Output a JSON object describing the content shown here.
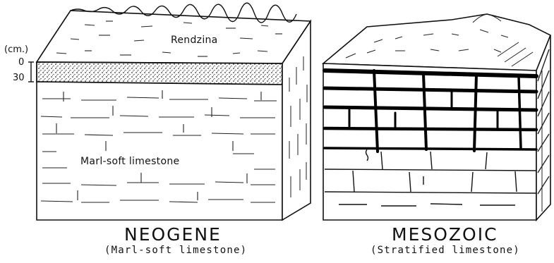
{
  "scale": {
    "unit": "(cm.)",
    "tick_top": "0",
    "tick_bottom": "30"
  },
  "left_block": {
    "soil_label": "Rendzina",
    "rock_label": "Marl-soft limestone",
    "title": "NEOGENE",
    "subtitle": "(Marl-soft limestone)"
  },
  "right_block": {
    "title": "MESOZOIC",
    "subtitle": "(Stratified limestone)"
  },
  "colors": {
    "ink": "#111111",
    "paper": "#ffffff",
    "stipple": "#555555"
  }
}
